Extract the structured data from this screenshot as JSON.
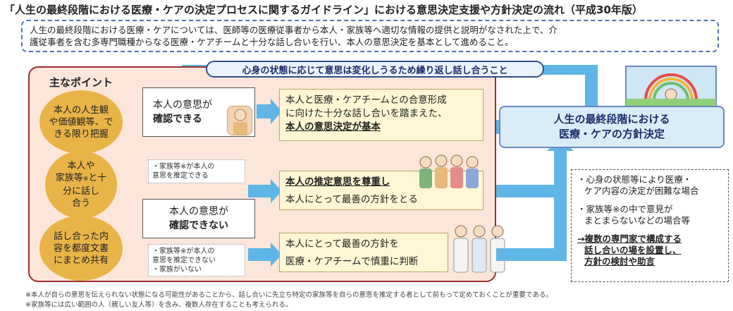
{
  "title": "「人生の最終段階における医療・ケアの決定プロセスに関するガイドライン」における意思決定支援や方針決定の流れ（平成30年版）",
  "intro": {
    "line1": "人生の最終段階における医療・ケアについては、医師等の医療従事者から本人・家族等へ適切な情報の提供と説明がなされた上で、介",
    "line2": "護従事者を含む多専門職種からなる医療・ケアチームと十分な話し合いを行い、本人の意思決定を基本として進めること。"
  },
  "oval": "心身の状態に応じて意思は変化しうるため繰り返し話し合うこと",
  "points": {
    "title": "主なポイント",
    "p1": [
      "本人の人生観",
      "や価値観等、で",
      "きる限り把握"
    ],
    "p2": [
      "本人や",
      "家族等",
      "※",
      "と十",
      "分に話し",
      "合う"
    ],
    "p3": [
      "話し合った内",
      "容を都度文書",
      "にまとめ共有"
    ]
  },
  "confirmable": {
    "l1": "本人の意思が",
    "l2": "確認できる"
  },
  "unconfirmable": {
    "l1": "本人の意思が",
    "l2": "確認できない"
  },
  "box_a": {
    "l1": "本人と医療・ケアチームとの合意形成",
    "l2": "に向けた十分な話し合いを踏まえた、",
    "l3": "本人の意思決定が基本"
  },
  "box_b": {
    "l1": "本人の推定意思を尊重し",
    "l2": "本人にとって最善の方針をとる"
  },
  "box_c": {
    "l1": "本人にとって最善の方針を",
    "l2": "医療・ケアチームで慎重に判断"
  },
  "note_b": {
    "l1": "・家族等※が本人の",
    "l2": "意思を推定できる"
  },
  "note_c": {
    "l1": "・家族等※が本人の",
    "l2": "意思を推定できない",
    "l3": "・家族がいない"
  },
  "final": {
    "l1": "人生の最終段階における",
    "l2": "医療・ケアの方針決定"
  },
  "difficult": {
    "i1a": "・心身の状態等により医療・",
    "i1b": "ケア内容の決定が困難な場合",
    "i2a": "・家族等※の中で意見が",
    "i2b": "まとまらないなどの場合等",
    "i3a": "→複数の専門家で構成する",
    "i3b": "話し合いの場を設置し、",
    "i3c": "方針の検討や助言"
  },
  "footnotes": {
    "f1": "※本人が自らの意思を伝えられない状態になる可能性があることから、話し合いに先立ち特定の家族等を自らの意思を推定する者として前もって定めておくことが重要である。",
    "f2": "※家族等には広い範囲の人（親しい友人等）を含み、複数人存在することも考えられる。"
  },
  "colors": {
    "arrow": "#5fb6e6",
    "circle": "#e8b447",
    "panel_border": "#9c2e2e",
    "panel_bg": "#fbe6d9",
    "final_bg": "#d9ecf7"
  }
}
